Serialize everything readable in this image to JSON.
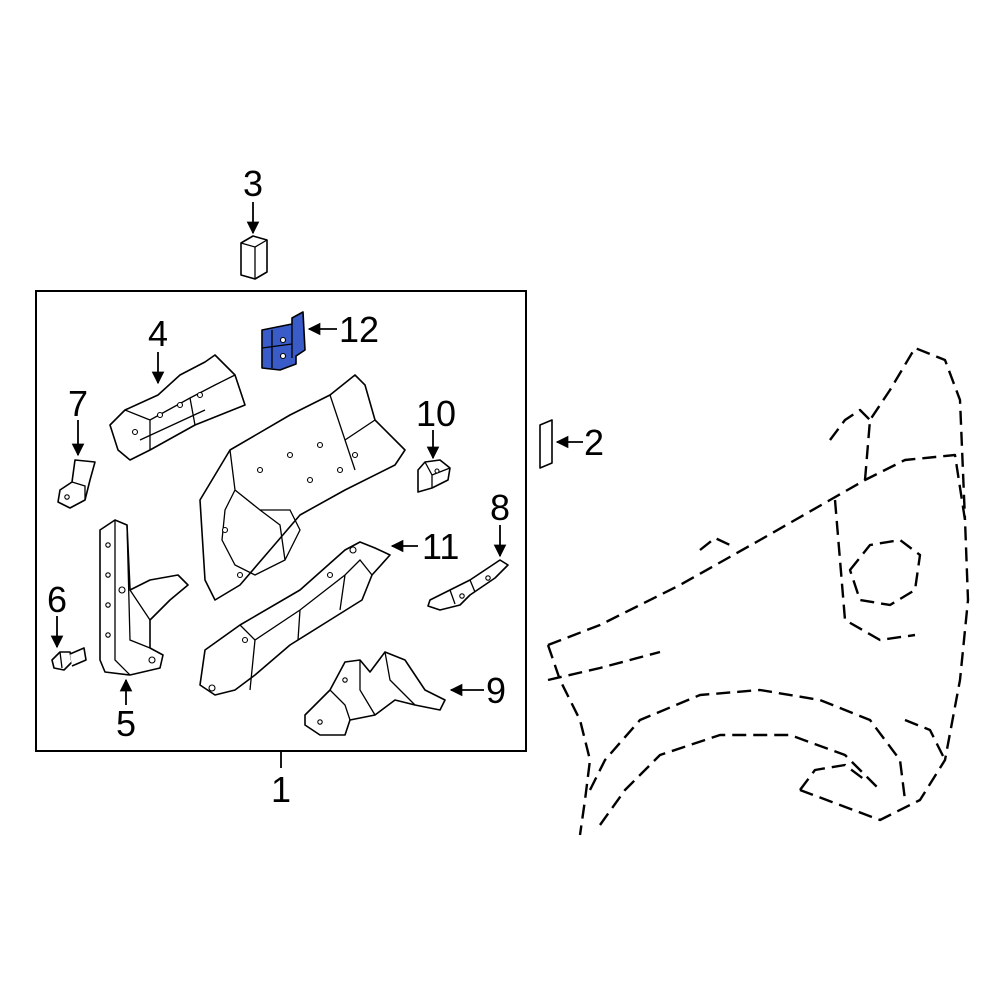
{
  "diagram": {
    "highlight_color": "#3a5cc9",
    "callouts": {
      "c1": "1",
      "c2": "2",
      "c3": "3",
      "c4": "4",
      "c5": "5",
      "c6": "6",
      "c7": "7",
      "c8": "8",
      "c9": "9",
      "c10": "10",
      "c11": "11",
      "c12": "12"
    },
    "highlighted_part": "12"
  }
}
